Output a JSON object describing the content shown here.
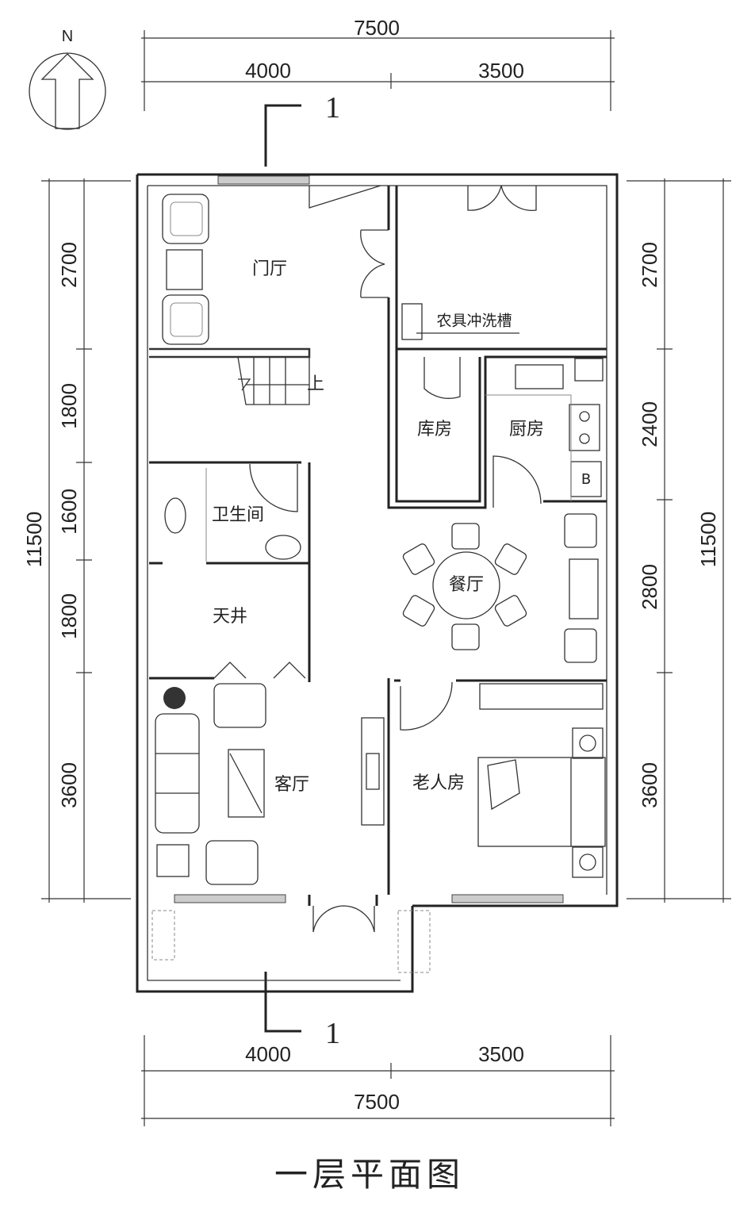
{
  "title": "一层平面图",
  "north_label": "N",
  "section_mark": "1",
  "rooms": {
    "foyer": "门厅",
    "up": "上",
    "wash_tank": "农具冲洗槽",
    "storage": "库房",
    "kitchen": "厨房",
    "bathroom": "卫生间",
    "dining": "餐厅",
    "courtyard": "天井",
    "living": "客厅",
    "elder_room": "老人房",
    "fridge": "B"
  },
  "dimensions": {
    "top_total": "7500",
    "top_left": "4000",
    "top_right": "3500",
    "bottom_left": "4000",
    "bottom_right": "3500",
    "bottom_total": "7500",
    "left_total": "11500",
    "left_segments": [
      "2700",
      "1800",
      "1600",
      "1800",
      "3600"
    ],
    "right_total": "11500",
    "right_segments": [
      "2700",
      "2400",
      "2800",
      "3600"
    ]
  }
}
